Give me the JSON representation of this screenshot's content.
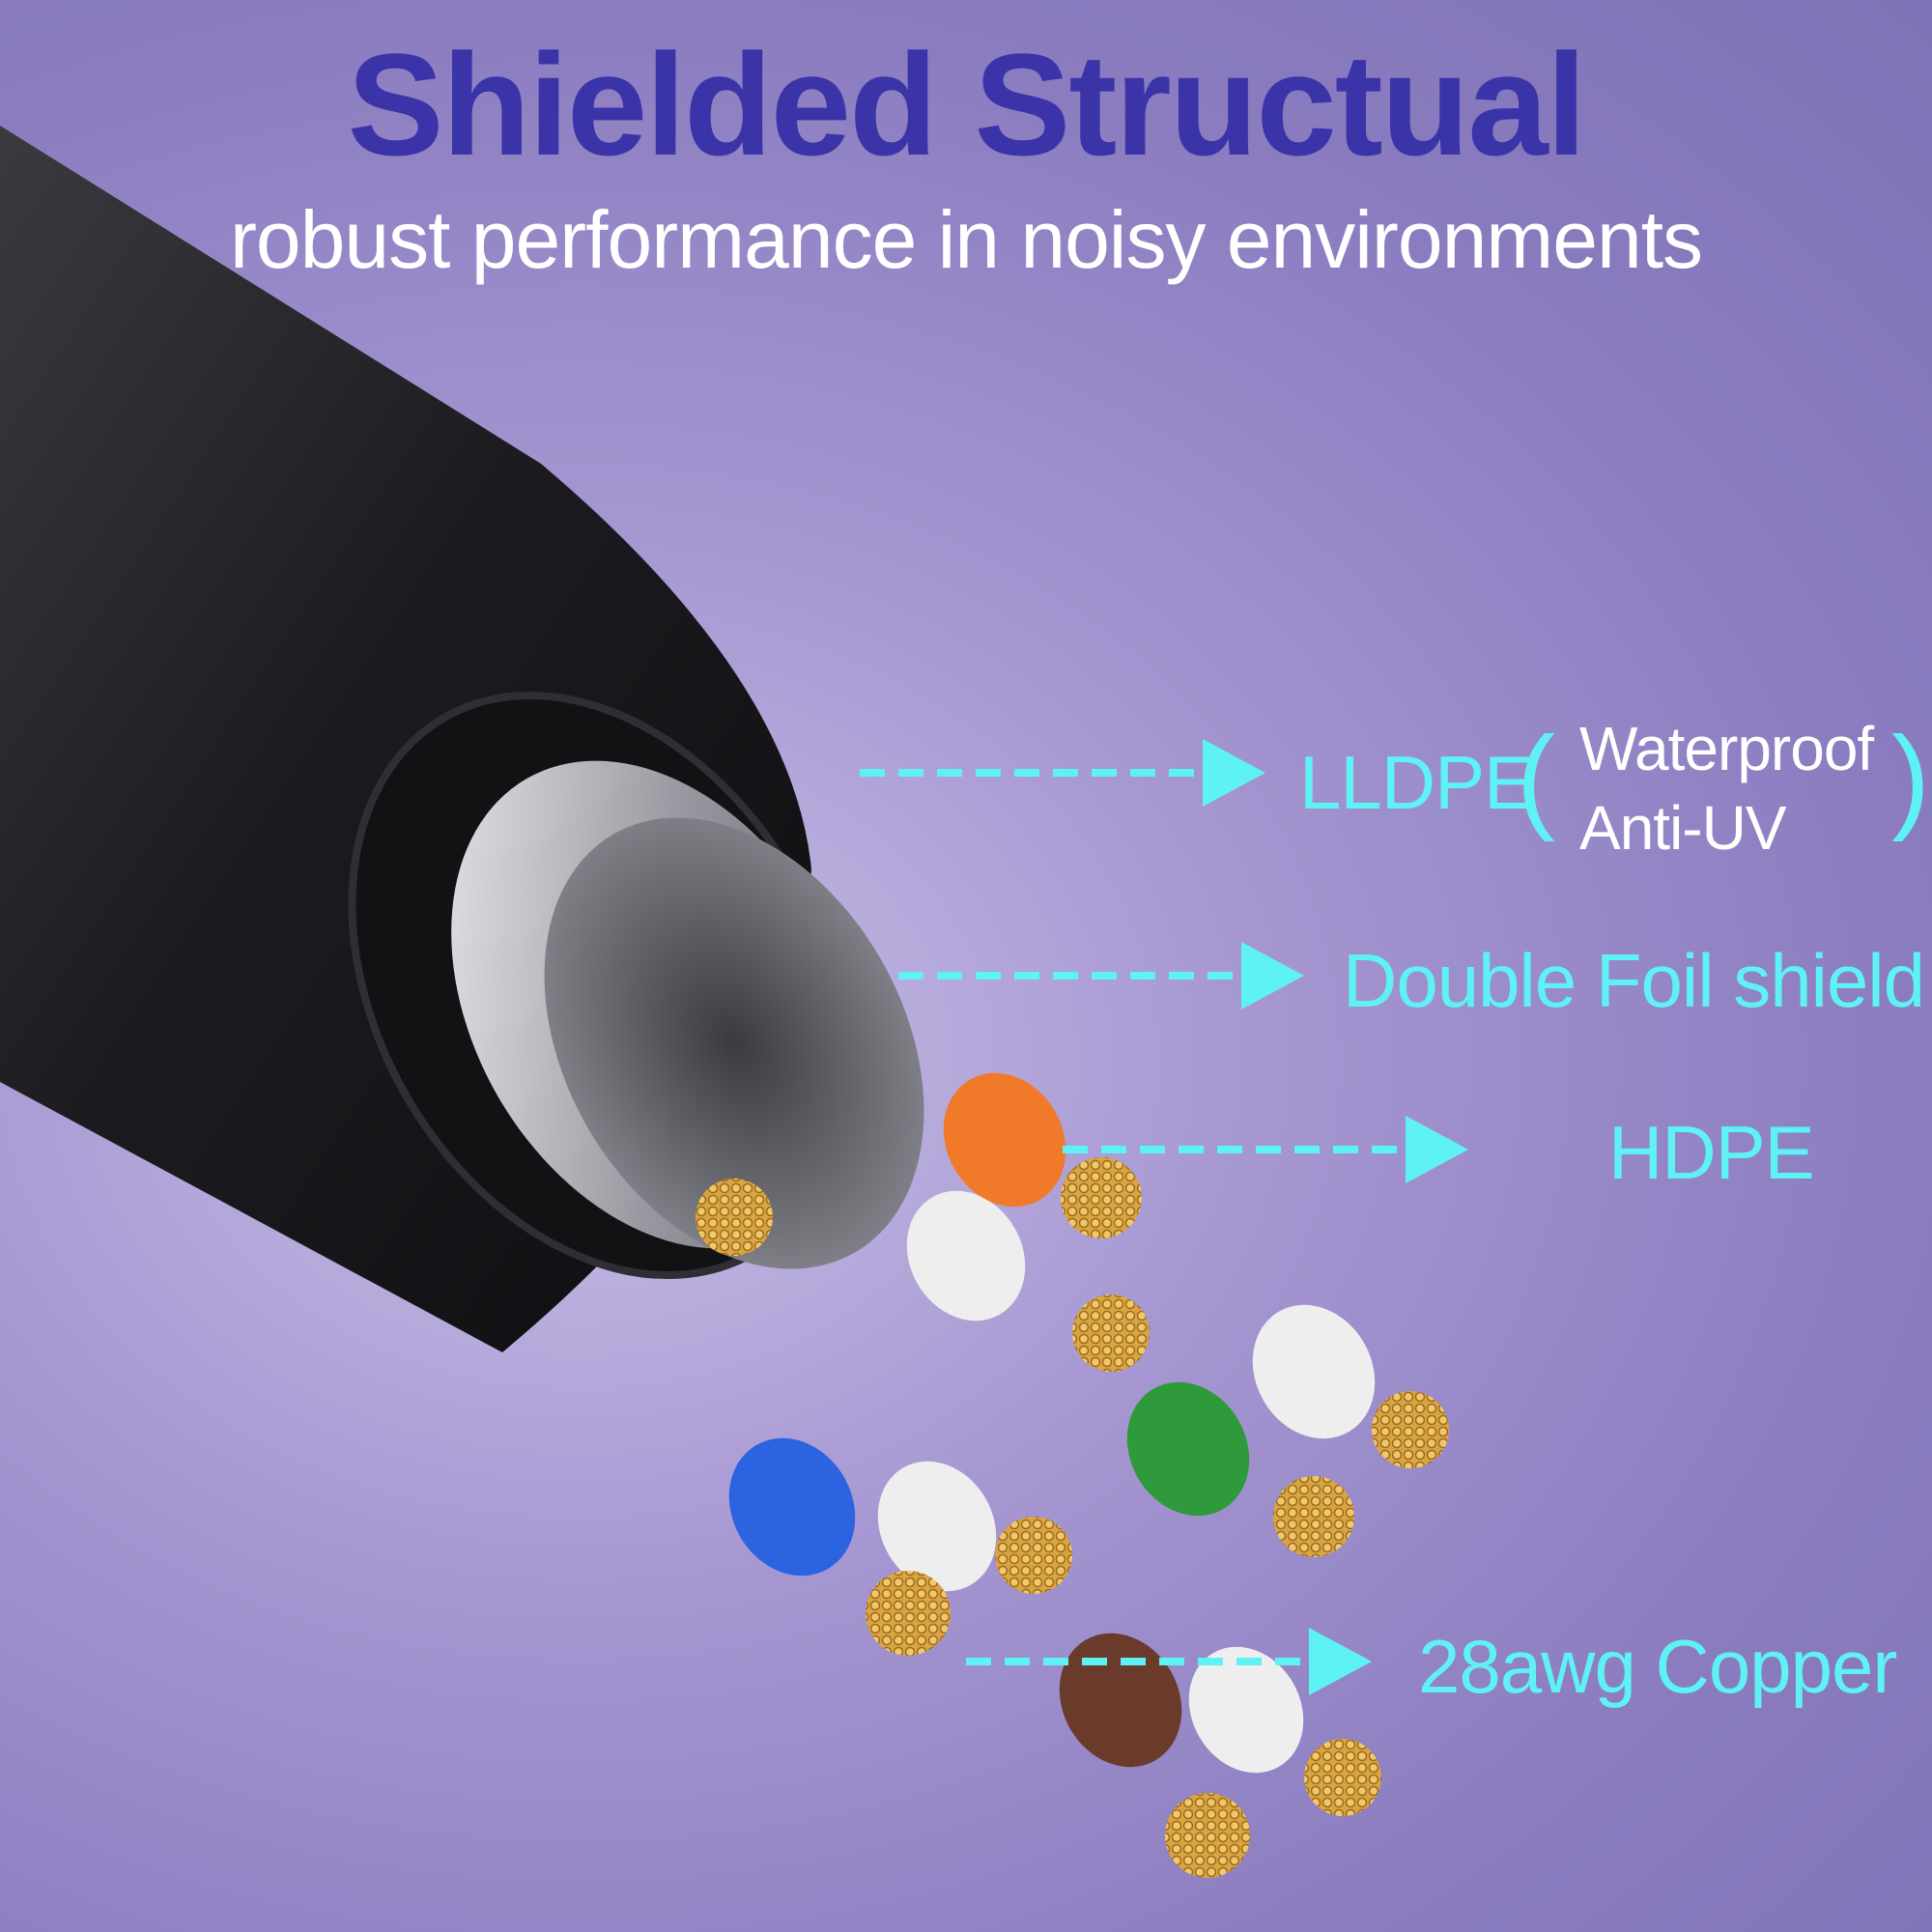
{
  "title": "Shielded Structual",
  "subtitle": "robust performance in noisy environments",
  "labels": {
    "lldpe": "LLDPE",
    "waterproof": "Waterproof",
    "anti_uv": "Anti-UV",
    "paren_open": "(",
    "paren_close": ")",
    "double_foil": "Double Foil shield",
    "hdpe": "HDPE",
    "copper": "28awg Copper"
  },
  "colors": {
    "title": "#3b34a8",
    "callout": "#5ff2f4",
    "jacket": "#1e1e22",
    "foil": "#c9c9cf",
    "copper": "#d9a441",
    "wire_orange": "#f07a2a",
    "wire_green": "#2e9a3c",
    "wire_blue": "#2b63e0",
    "wire_brown": "#6a3a2a",
    "wire_white": "#eeeeee"
  }
}
